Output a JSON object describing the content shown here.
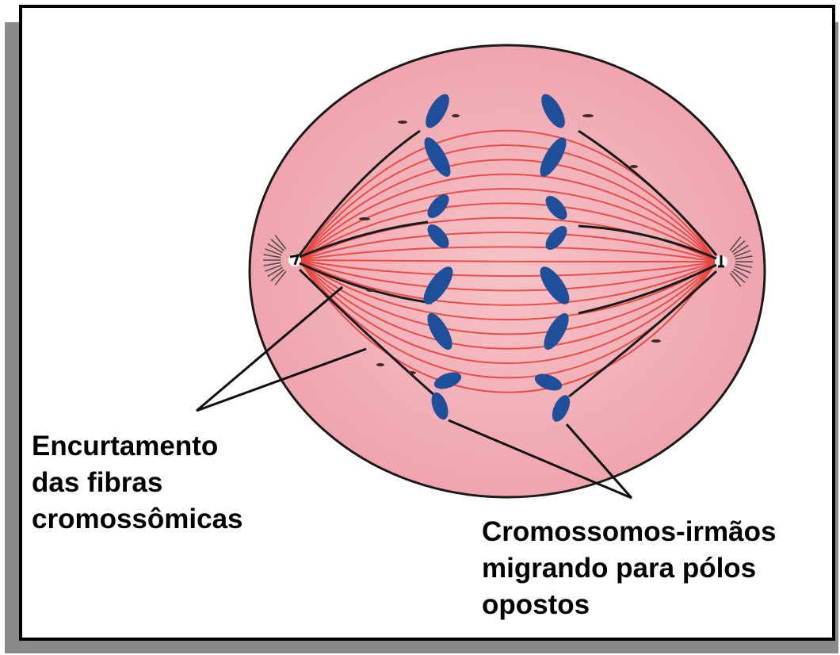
{
  "labels": {
    "shortening": [
      "Encurtamento",
      "das fibras",
      "cromossômicas"
    ],
    "migrating": [
      "Cromossomos-irmãos",
      "migrando para pólos",
      "opostos"
    ]
  },
  "colors": {
    "cell_fill": "#f2aab2",
    "cell_outline": "#1a1a1a",
    "spindle_fiber": "#e8413a",
    "kinetochore_fiber": "#1a1a1a",
    "chromosome": "#1f4f9a",
    "pointer_line": "#111111"
  }
}
